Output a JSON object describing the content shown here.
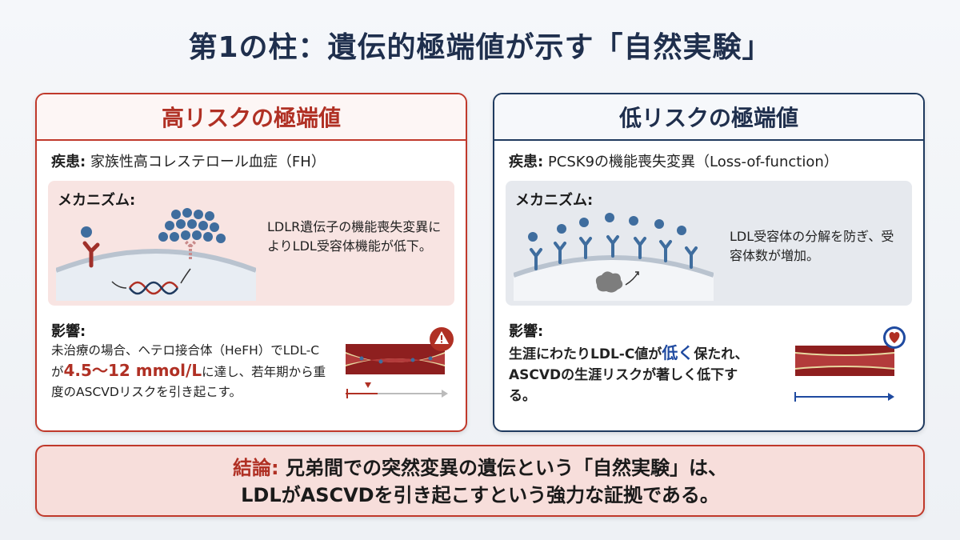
{
  "title": "第1の柱：遺伝的極端値が示す「自然実験」",
  "colors": {
    "high_accent": "#c0392b",
    "low_accent": "#1f3a5f",
    "highlight_red": "#b03024",
    "highlight_blue": "#1f4aa0"
  },
  "high": {
    "heading": "高リスクの極端値",
    "disease_label": "疾患:",
    "disease": "家族性高コレステロール血症（FH）",
    "mechanism_label": "メカニズム:",
    "mechanism": "LDLR遺伝子の機能喪失変異によりLDL受容体機能が低下。",
    "impact_label": "影響:",
    "impact_pre": "未治療の場合、ヘテロ接合体（HeFH）でLDL-Cが",
    "impact_value": "4.5〜12 mmol/L",
    "impact_post": "に達し、若年期から重度のASCVDリスクを引き起こす。",
    "icons": [
      "warning-icon",
      "plaque-vessel-icon",
      "ldl-particle-icon",
      "dna-icon",
      "receptor-icon"
    ]
  },
  "low": {
    "heading": "低リスクの極端値",
    "disease_label": "疾患:",
    "disease": "PCSK9の機能喪失変異（Loss-of-function）",
    "mechanism_label": "メカニズム:",
    "mechanism": "LDL受容体の分解を防ぎ、受容体数が増加。",
    "impact_label": "影響:",
    "impact_pre": "生涯にわたりLDL-C値が",
    "impact_value": "低く",
    "impact_post": "保たれ、ASCVDの生涯リスクが著しく低下する。",
    "icons": [
      "heart-icon",
      "clear-vessel-icon",
      "receptor-icon",
      "pcsk9-icon"
    ]
  },
  "conclusion": {
    "label": "結論:",
    "line1": "兄弟間での突然変異の遺伝という「自然実験」は、",
    "line2": "LDLがASCVDを引き起こすという強力な証拠である。"
  }
}
